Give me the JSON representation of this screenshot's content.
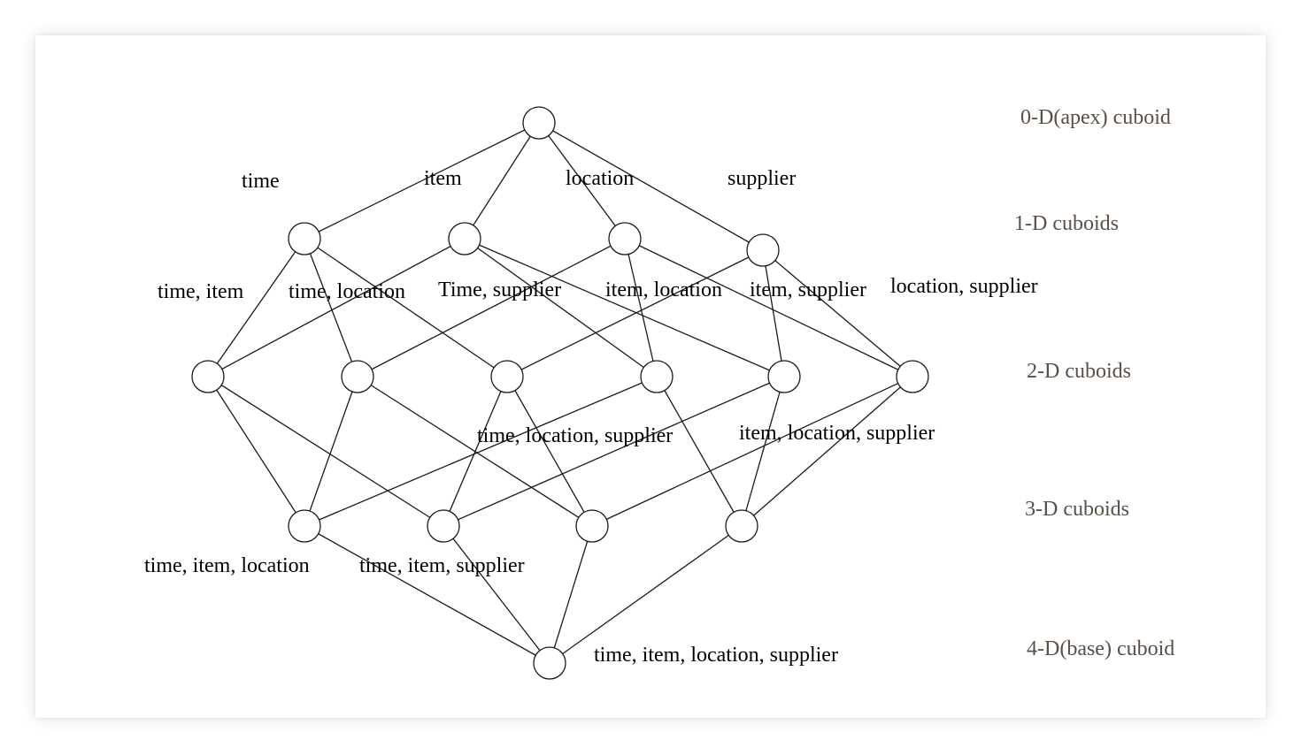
{
  "diagram": {
    "levels": [
      {
        "id": "level-0",
        "label": "0-D(apex) cuboid"
      },
      {
        "id": "level-1",
        "label": "1-D cuboids"
      },
      {
        "id": "level-2",
        "label": "2-D cuboids"
      },
      {
        "id": "level-3",
        "label": "3-D cuboids"
      },
      {
        "id": "level-4",
        "label": "4-D(base) cuboid"
      }
    ],
    "nodes": [
      {
        "id": "apex",
        "level": 0,
        "label": ""
      },
      {
        "id": "time",
        "level": 1,
        "label": "time"
      },
      {
        "id": "item",
        "level": 1,
        "label": "item"
      },
      {
        "id": "location",
        "level": 1,
        "label": "location"
      },
      {
        "id": "supplier",
        "level": 1,
        "label": "supplier"
      },
      {
        "id": "time-item",
        "level": 2,
        "label": "time, item"
      },
      {
        "id": "time-location",
        "level": 2,
        "label": "time, location"
      },
      {
        "id": "time-supplier",
        "level": 2,
        "label": "Time, supplier"
      },
      {
        "id": "item-location",
        "level": 2,
        "label": "item, location"
      },
      {
        "id": "item-supplier",
        "level": 2,
        "label": "item, supplier"
      },
      {
        "id": "location-supplier",
        "level": 2,
        "label": "location, supplier"
      },
      {
        "id": "time-item-location",
        "level": 3,
        "label": "time, item, location"
      },
      {
        "id": "time-item-supplier",
        "level": 3,
        "label": "time, item, supplier"
      },
      {
        "id": "time-location-supplier",
        "level": 3,
        "label": "time, location, supplier"
      },
      {
        "id": "item-location-supplier",
        "level": 3,
        "label": "item, location, supplier"
      },
      {
        "id": "base",
        "level": 4,
        "label": "time, item, location, supplier"
      }
    ],
    "edges": [
      [
        "apex",
        "time"
      ],
      [
        "apex",
        "item"
      ],
      [
        "apex",
        "location"
      ],
      [
        "apex",
        "supplier"
      ],
      [
        "time",
        "time-item"
      ],
      [
        "time",
        "time-location"
      ],
      [
        "time",
        "time-supplier"
      ],
      [
        "item",
        "time-item"
      ],
      [
        "item",
        "item-location"
      ],
      [
        "item",
        "item-supplier"
      ],
      [
        "location",
        "time-location"
      ],
      [
        "location",
        "item-location"
      ],
      [
        "location",
        "location-supplier"
      ],
      [
        "supplier",
        "time-supplier"
      ],
      [
        "supplier",
        "item-supplier"
      ],
      [
        "supplier",
        "location-supplier"
      ],
      [
        "time-item",
        "time-item-location"
      ],
      [
        "time-item",
        "time-item-supplier"
      ],
      [
        "time-location",
        "time-item-location"
      ],
      [
        "time-location",
        "time-location-supplier"
      ],
      [
        "time-supplier",
        "time-item-supplier"
      ],
      [
        "time-supplier",
        "time-location-supplier"
      ],
      [
        "item-location",
        "time-item-location"
      ],
      [
        "item-location",
        "item-location-supplier"
      ],
      [
        "item-supplier",
        "time-item-supplier"
      ],
      [
        "item-supplier",
        "item-location-supplier"
      ],
      [
        "location-supplier",
        "time-location-supplier"
      ],
      [
        "location-supplier",
        "item-location-supplier"
      ],
      [
        "time-item-location",
        "base"
      ],
      [
        "time-item-supplier",
        "base"
      ],
      [
        "time-location-supplier",
        "base"
      ],
      [
        "item-location-supplier",
        "base"
      ]
    ]
  }
}
